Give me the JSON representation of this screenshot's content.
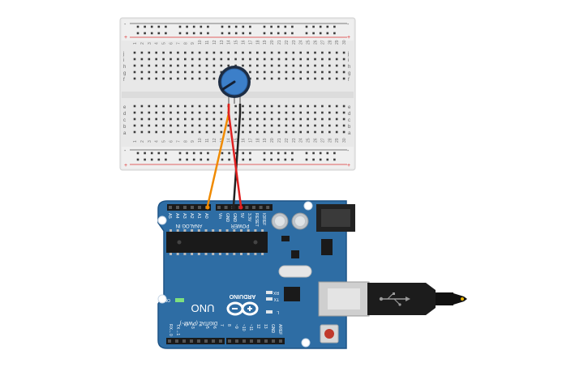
{
  "breadboard": {
    "rail_minus": "-",
    "rail_plus": "+",
    "row_letters_top": [
      "j",
      "i",
      "h",
      "g",
      "f"
    ],
    "row_letters_bottom": [
      "e",
      "d",
      "c",
      "b",
      "a"
    ],
    "column_numbers": [
      "1",
      "2",
      "3",
      "4",
      "5",
      "6",
      "7",
      "8",
      "9",
      "10",
      "11",
      "12",
      "13",
      "14",
      "15",
      "16",
      "17",
      "18",
      "19",
      "20",
      "21",
      "22",
      "23",
      "24",
      "25",
      "26",
      "27",
      "28",
      "29",
      "30"
    ]
  },
  "arduino": {
    "board_name": "UNO",
    "brand": "ARDUINO",
    "on_label": "ON",
    "power_header_label": "POWER",
    "analog_header_label": "ANALOG IN",
    "digital_header_label": "DIGITAL (PWM~)",
    "analog_pins": [
      "A0",
      "A1",
      "A2",
      "A3",
      "A4",
      "A5"
    ],
    "power_pins": [
      "Vin",
      "GND",
      "GND",
      "5V",
      "3.3V",
      "RESET",
      "IOREF"
    ],
    "digital_pins_right": [
      "AREF",
      "GND",
      "13",
      "12",
      "~11",
      "~10",
      "~9",
      "8"
    ],
    "digital_pins_left": [
      "7",
      "~6",
      "~5",
      "4",
      "~3",
      "2",
      "TX→1",
      "RX←0"
    ],
    "led_labels": [
      "L",
      "TX",
      "RX"
    ]
  },
  "wires": {
    "signal_color": "#f08a00",
    "power_color": "#e02020",
    "ground_color": "#222222"
  },
  "colors": {
    "board_blue": "#2e6da4",
    "board_edge": "#1f5587",
    "breadboard": "#e9e9e9",
    "knob_blue": "#3c7fc9"
  }
}
